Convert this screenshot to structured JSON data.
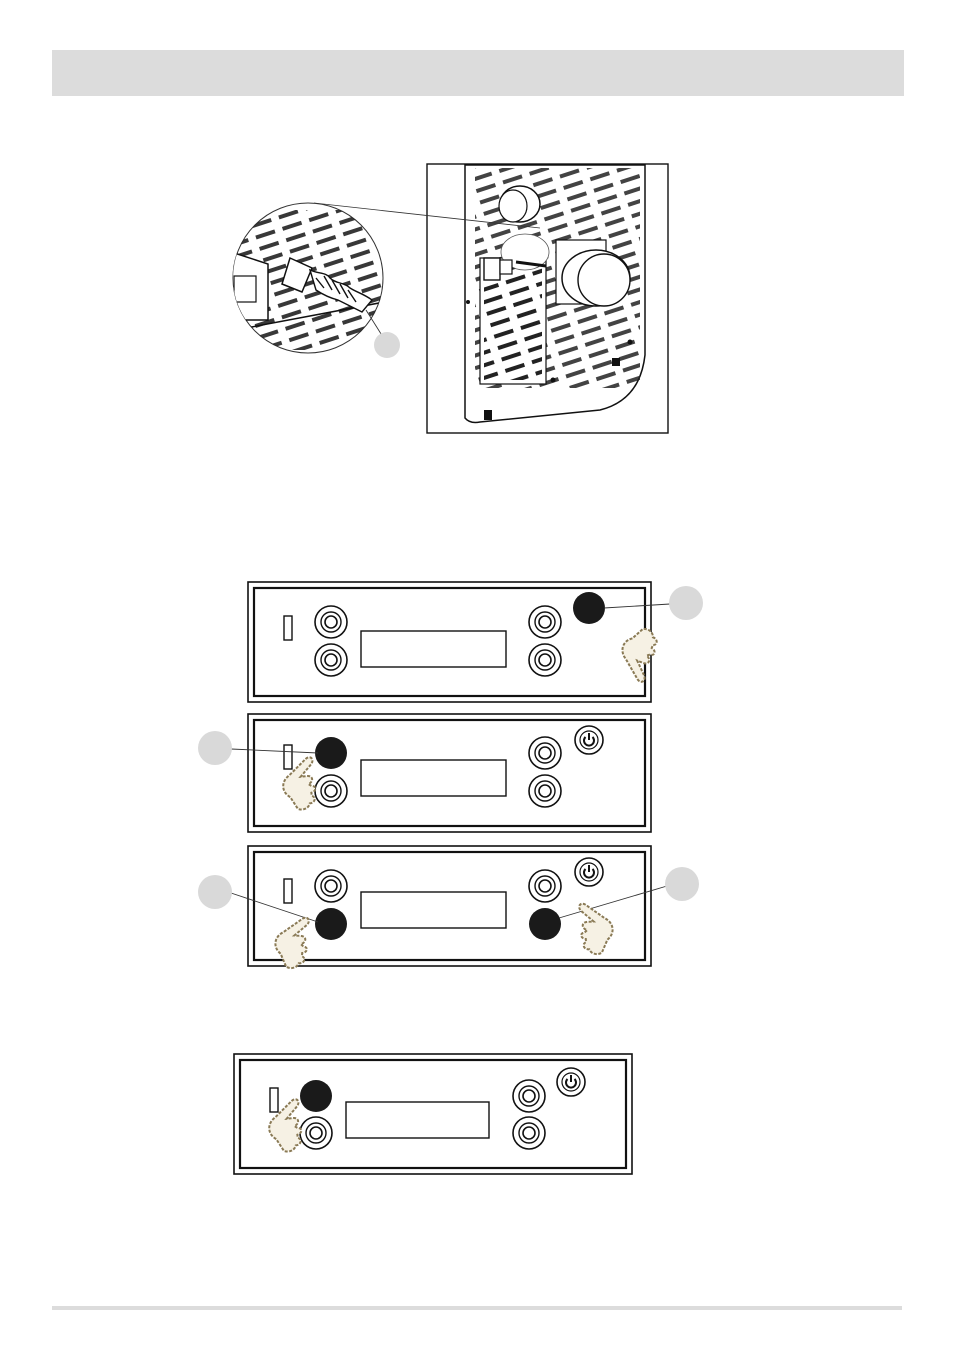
{
  "page": {
    "header_bar": "",
    "footer_rule": ""
  },
  "figures": {
    "heater_rear": {
      "callouts": [
        ""
      ]
    },
    "panels": [
      {
        "callouts": [
          ""
        ],
        "pressed": [
          "top-right-round-button"
        ]
      },
      {
        "callouts": [
          ""
        ],
        "pressed": [
          "top-left-button"
        ]
      },
      {
        "callouts": [
          "",
          ""
        ],
        "pressed": [
          "bottom-left-button",
          "bottom-right-button"
        ]
      },
      {
        "callouts": [],
        "pressed": [
          "top-left-button"
        ]
      }
    ]
  },
  "colors": {
    "header_bar": "#dcdcdc",
    "callout_circle": "#d9d9d9",
    "pressed_button": "#1a1a1a",
    "hand": "#8a7a55"
  }
}
